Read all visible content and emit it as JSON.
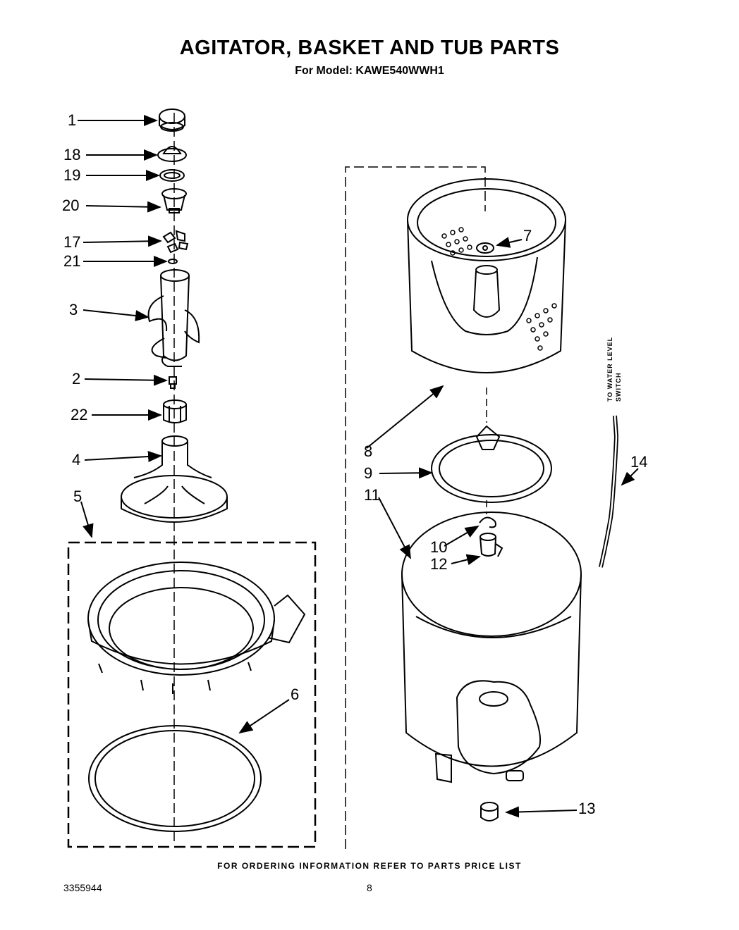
{
  "title": "AGITATOR, BASKET AND TUB PARTS",
  "subtitle": "For Model: KAWE540WWH1",
  "callouts": {
    "c1": "1",
    "c18": "18",
    "c19": "19",
    "c20": "20",
    "c17": "17",
    "c21": "21",
    "c3": "3",
    "c2": "2",
    "c22": "22",
    "c4": "4",
    "c5": "5",
    "c6": "6",
    "c7": "7",
    "c8": "8",
    "c9": "9",
    "c11": "11",
    "c10": "10",
    "c12": "12",
    "c13": "13",
    "c14": "14"
  },
  "side_label": {
    "line1": "TO WATER LEVEL",
    "line2": "SWITCH"
  },
  "footer": "FOR ORDERING INFORMATION REFER TO PARTS PRICE LIST",
  "doc_number": "3355944",
  "page_number": "8"
}
